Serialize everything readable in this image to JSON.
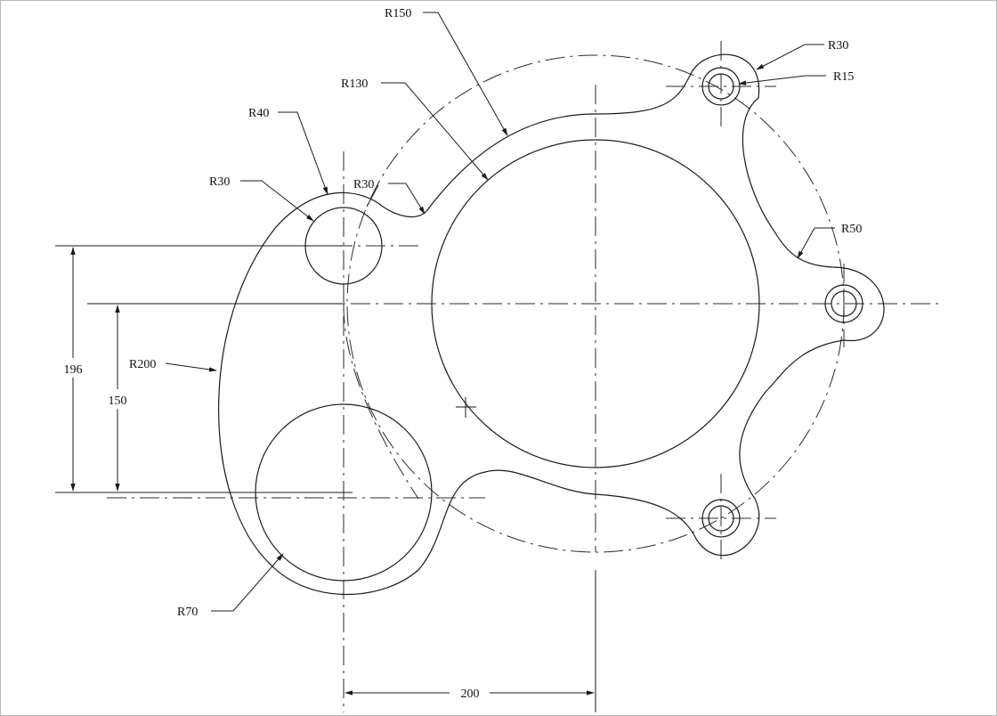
{
  "drawing": {
    "callouts": {
      "r150": "R150",
      "r130": "R130",
      "r40": "R40",
      "r30_left": "R30",
      "r30_mid": "R30",
      "r30_topright": "R30",
      "r15": "R15",
      "r50": "R50",
      "r200": "R200",
      "r70": "R70"
    },
    "dimensions": {
      "height_196": "196",
      "height_150": "150",
      "width_200": "200"
    }
  },
  "colors": {
    "line": "#1a1a1a",
    "frame_border": "#b9b9b9",
    "background": "#ffffff"
  }
}
